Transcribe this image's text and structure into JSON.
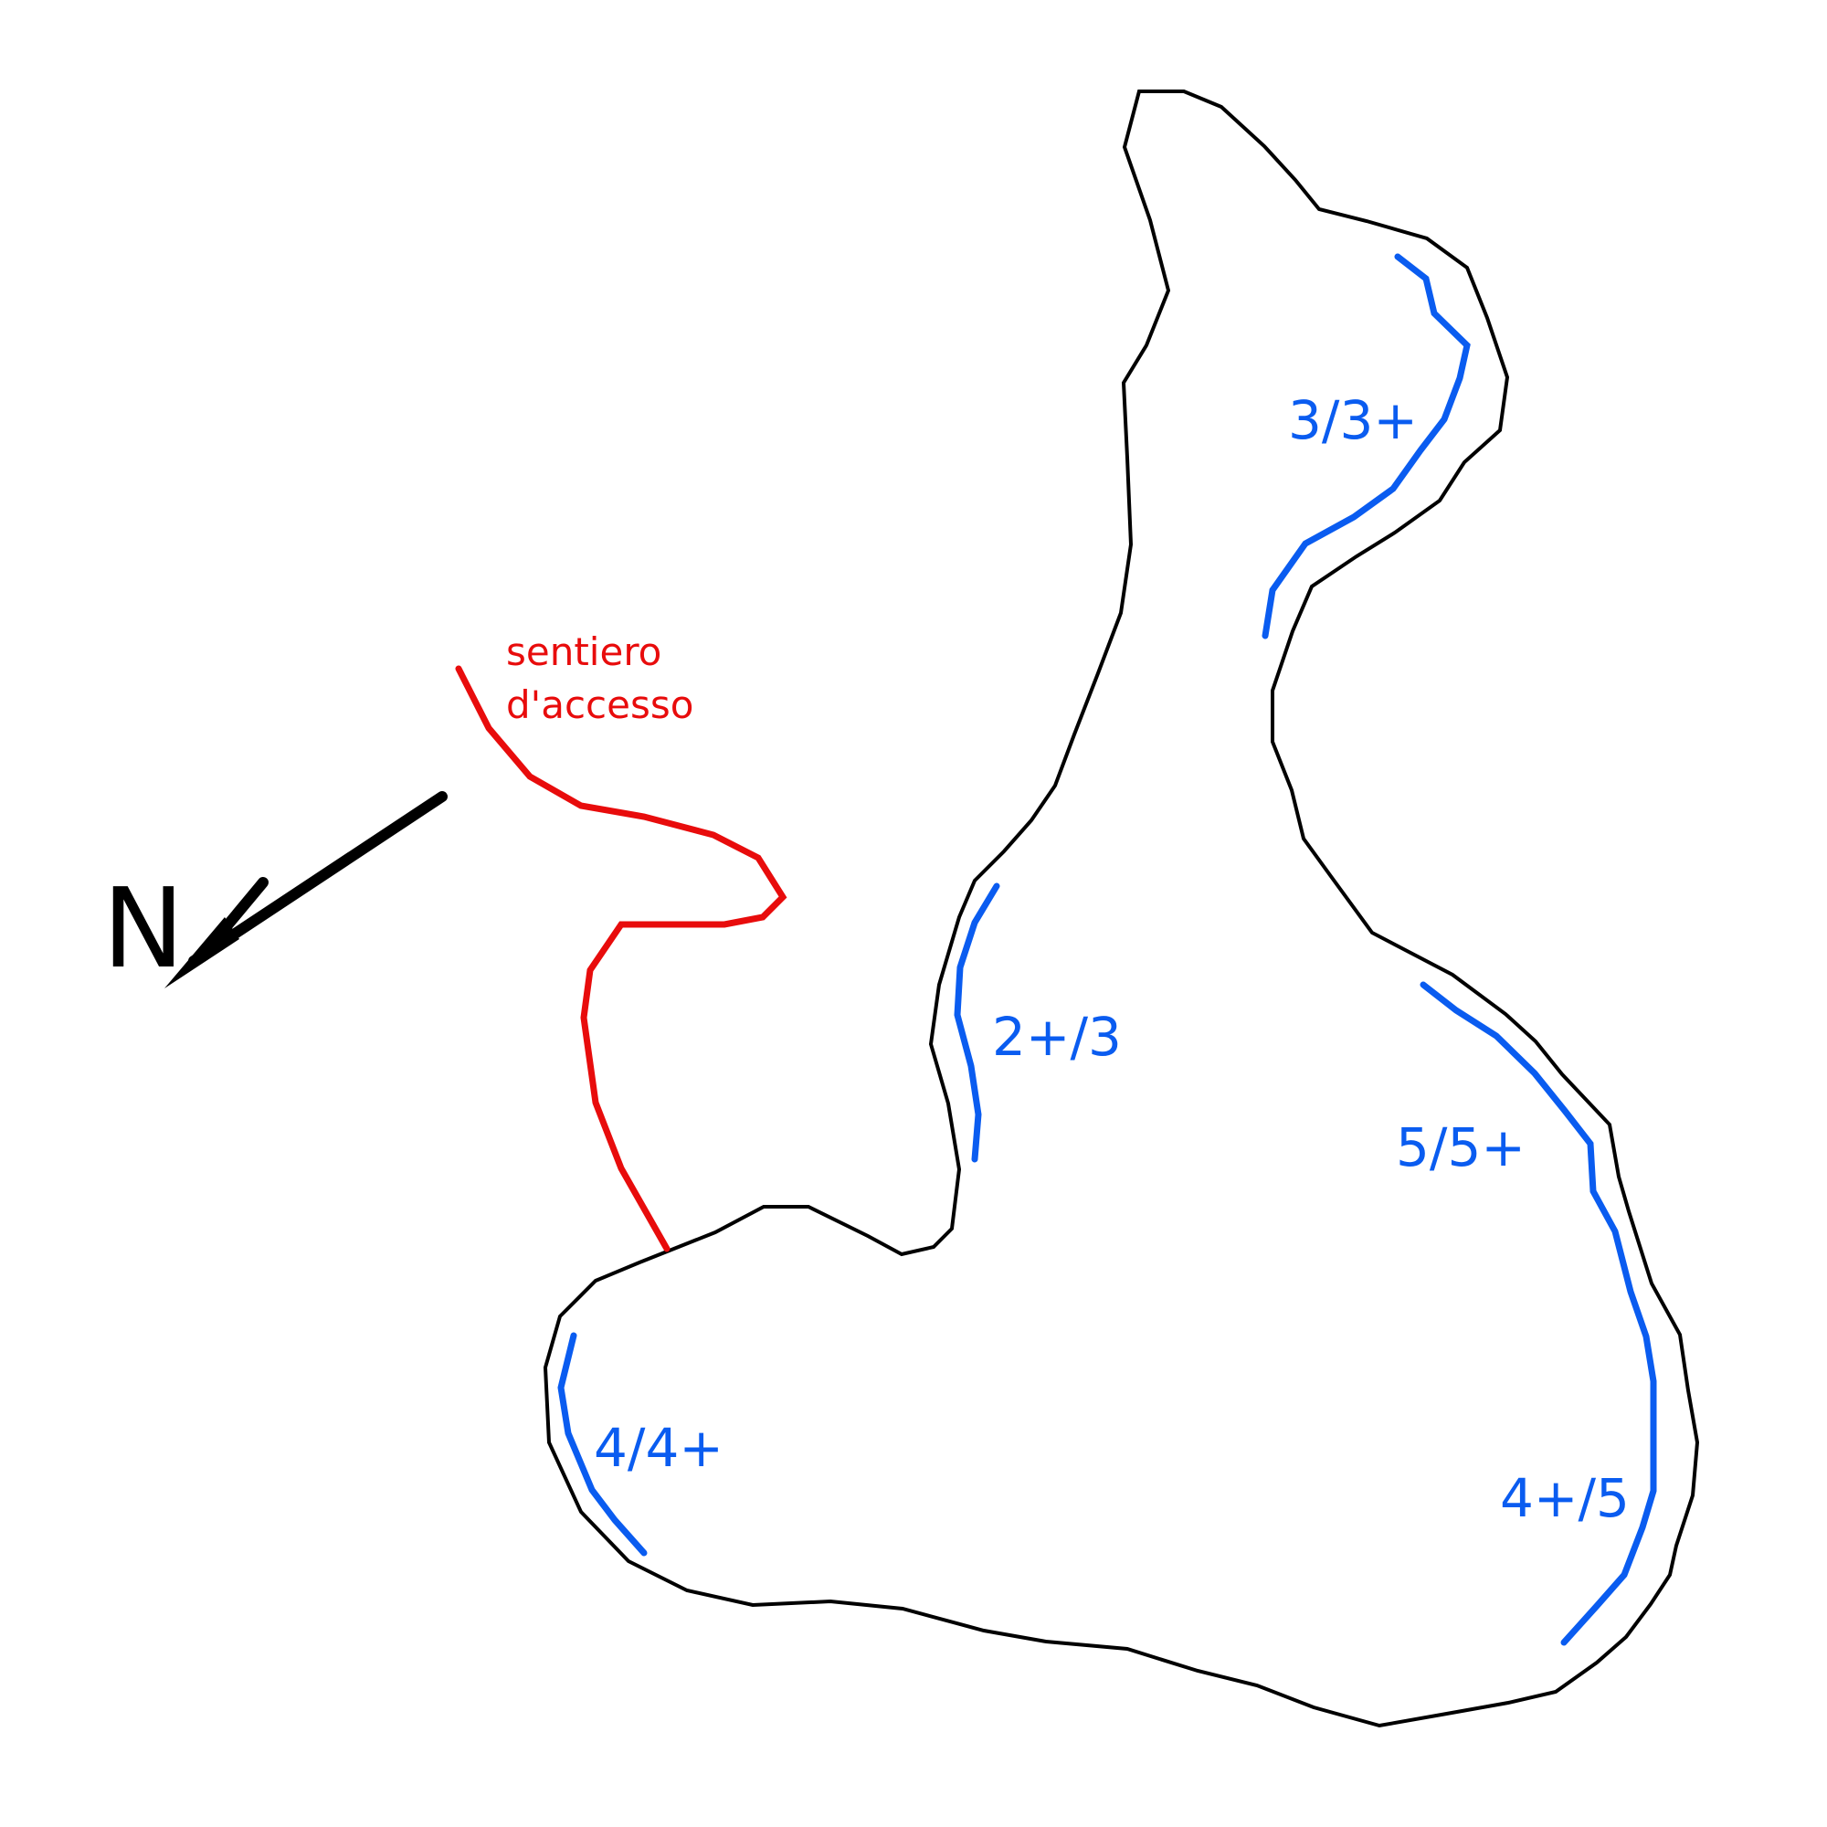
{
  "colors": {
    "outline": "#000000",
    "route": "#0a5cf0",
    "trail": "#e80c0c",
    "background": "#ffffff"
  },
  "north_arrow": {
    "letter": "N",
    "icon": "north-arrow-icon"
  },
  "access_trail": {
    "label_line1": "sentiero",
    "label_line2": "d'accesso"
  },
  "routes": [
    {
      "id": "route-3-3plus",
      "grade": "3/3+"
    },
    {
      "id": "route-2plus-3",
      "grade": "2+/3"
    },
    {
      "id": "route-5-5plus",
      "grade": "5/5+"
    },
    {
      "id": "route-4-4plus",
      "grade": "4/4+"
    },
    {
      "id": "route-4plus-5",
      "grade": "4+/5"
    }
  ]
}
